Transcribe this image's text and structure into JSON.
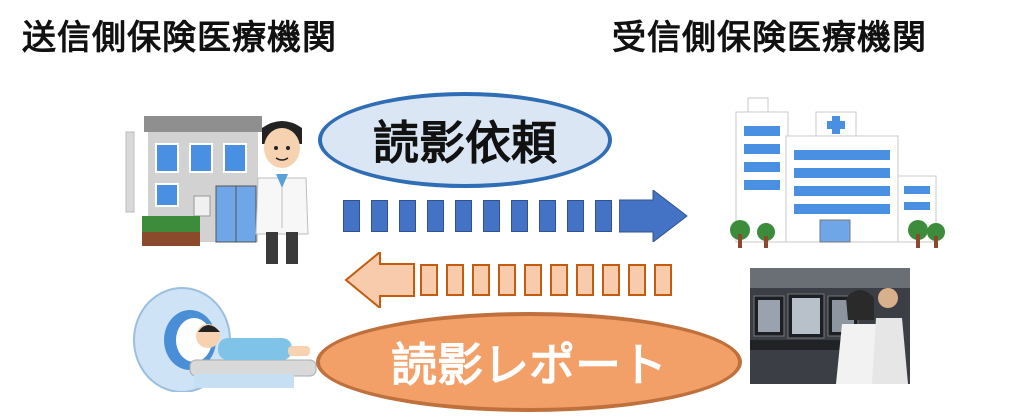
{
  "titles": {
    "sender": "送信側保険医療機関",
    "receiver": "受信側保険医療機関"
  },
  "flows": {
    "request_label": "読影依頼",
    "report_label": "読影レポート"
  },
  "colors": {
    "request_fill": "#dbe6f5",
    "request_border": "#2f6db5",
    "request_arrow": "#4472c4",
    "report_fill": "#f2a068",
    "report_border": "#c0703c",
    "report_arrow": "#f8cbad"
  }
}
